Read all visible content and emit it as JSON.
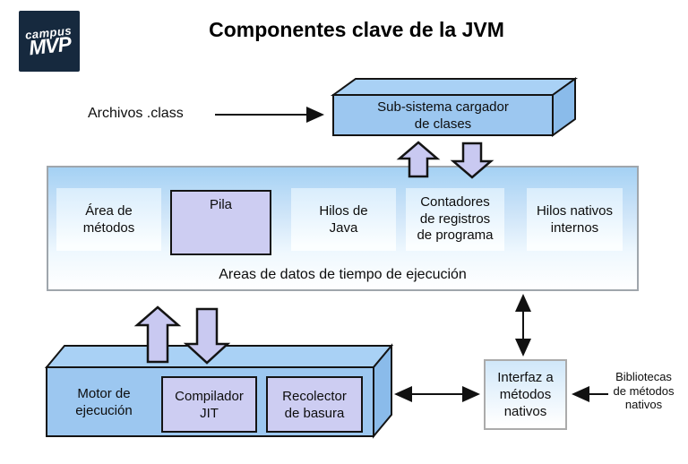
{
  "header": {
    "logo_top": "campus",
    "logo_bottom": "MVP",
    "title": "Componentes clave de la JVM"
  },
  "diagram": {
    "class_files_label": "Archivos .class",
    "class_loader_label": "Sub-sistema cargador\nde clases",
    "runtime_data_area": {
      "caption": "Areas de datos de tiempo de ejecución",
      "method_area": "Área de\nmétodos",
      "stack": "Pila",
      "java_threads": "Hilos de\nJava",
      "pc_registers": "Contadores\nde registros\nde programa",
      "native_threads": "Hilos nativos\ninternos"
    },
    "execution_engine": {
      "label": "Motor de\nejecución",
      "jit": "Compilador\nJIT",
      "gc": "Recolector\nde basura"
    },
    "native_interface_label": "Interfaz a\nmétodos\nnativos",
    "native_libraries_label": "Bibliotecas\nde métodos\nnativos"
  },
  "colors": {
    "box_blue_front": "#9CC7F0",
    "box_blue_top": "#A9D1F5",
    "box_blue_side": "#8ABBEA",
    "lavender": "#CDCDF2",
    "container_top_blue": "#A4D1F4",
    "logo_background": "#16293E",
    "shape_border": "#141414",
    "container_border": "#9FA6AC"
  }
}
